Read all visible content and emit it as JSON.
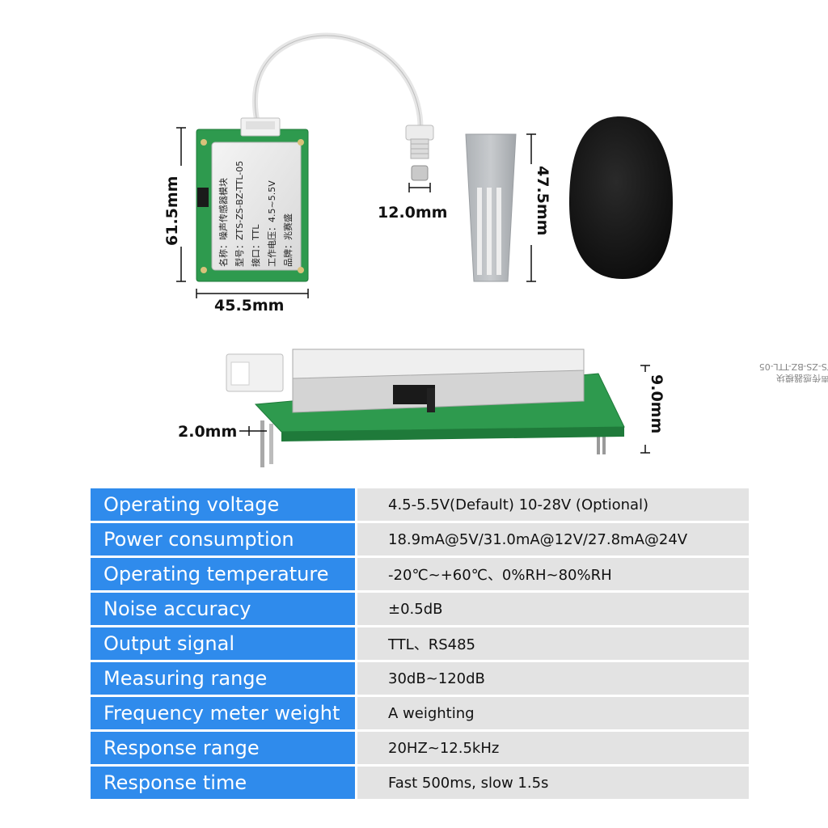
{
  "dimensions": {
    "board_height": "61.5mm",
    "board_width": "45.5mm",
    "mic_diameter": "12.0mm",
    "windcap_height": "47.5mm",
    "board_thickness": "9.0mm",
    "pin_offset": "2.0mm"
  },
  "board_label": {
    "name": "名称：噪声传感器模块",
    "model": "型号：ZTS-ZS-BZ-TTL-05",
    "interface": "接口：TTL",
    "voltage": "工作电压：4.5~5.5V",
    "brand": "品牌：兆赛盛"
  },
  "specs": [
    {
      "label": "Operating voltage",
      "value": "4.5-5.5V(Default) 10-28V (Optional)"
    },
    {
      "label": "Power consumption",
      "value": "18.9mA@5V/31.0mA@12V/27.8mA@24V"
    },
    {
      "label": "Operating temperature",
      "value": "-20℃~+60℃、0%RH~80%RH"
    },
    {
      "label": "Noise accuracy",
      "value": "±0.5dB"
    },
    {
      "label": "Output signal",
      "value": "TTL、RS485"
    },
    {
      "label": "Measuring range",
      "value": "30dB~120dB"
    },
    {
      "label": "Frequency meter weight",
      "value": "A weighting"
    },
    {
      "label": "Response range",
      "value": "20HZ~12.5kHz"
    },
    {
      "label": "Response time",
      "value": "Fast 500ms, slow 1.5s"
    }
  ],
  "colors": {
    "label_bg": "#2f8bec",
    "value_bg": "#e3e3e3",
    "pcb_green": "#2e9a4e"
  }
}
